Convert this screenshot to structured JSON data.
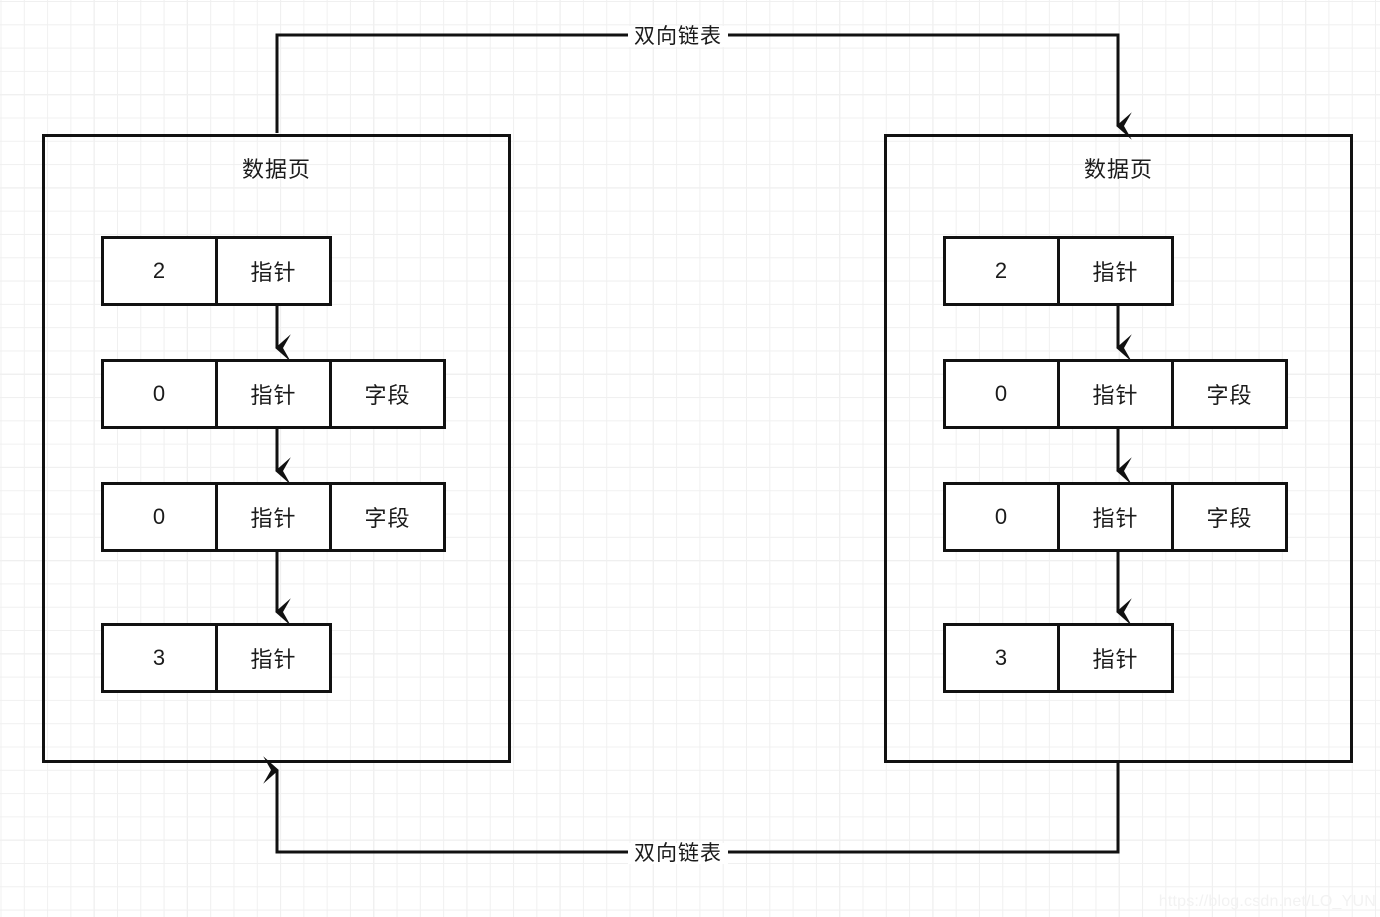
{
  "diagram": {
    "type": "linked-list-data-page",
    "background": {
      "grid": "graph-paper",
      "minor_line_color": "#f0f0f0",
      "major_line_color": "#e2e2e2",
      "page_color": "#ffffff"
    },
    "stroke_color": "#111111",
    "text_color": "#1b1b1b"
  },
  "connectors": {
    "top": {
      "label": "双向链表",
      "from": "left-page-top",
      "to": "right-page-top",
      "direction": "left-to-right",
      "arrowhead": "end"
    },
    "bottom": {
      "label": "双向链表",
      "from": "right-page-bottom",
      "to": "left-page-bottom",
      "direction": "right-to-left",
      "arrowhead": "end"
    }
  },
  "pages": [
    {
      "id": "left-page",
      "title": "数据页",
      "rows": [
        {
          "id": "row-1",
          "cells": [
            "2",
            "指针"
          ]
        },
        {
          "id": "row-2",
          "cells": [
            "0",
            "指针",
            "字段"
          ]
        },
        {
          "id": "row-3",
          "cells": [
            "0",
            "指针",
            "字段"
          ]
        },
        {
          "id": "row-4",
          "cells": [
            "3",
            "指针"
          ]
        }
      ]
    },
    {
      "id": "right-page",
      "title": "数据页",
      "rows": [
        {
          "id": "row-1",
          "cells": [
            "2",
            "指针"
          ]
        },
        {
          "id": "row-2",
          "cells": [
            "0",
            "指针",
            "字段"
          ]
        },
        {
          "id": "row-3",
          "cells": [
            "0",
            "指针",
            "字段"
          ]
        },
        {
          "id": "row-4",
          "cells": [
            "3",
            "指针"
          ]
        }
      ]
    }
  ],
  "watermark": {
    "text": "https://blog.csdn.net/LO_YUN"
  }
}
